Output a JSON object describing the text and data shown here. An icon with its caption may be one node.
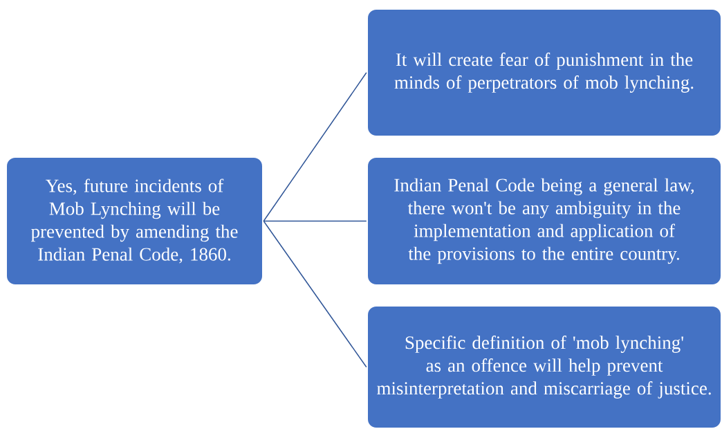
{
  "diagram": {
    "nodes": [
      {
        "text": [
          "Yes, future incidents of Mob Lynching will be prevented by amending the Indian Penal Code, 1860."
        ]
      },
      {
        "text": [
          "It will create fear of punishment in the minds of perpetrators of mob lynching."
        ]
      },
      {
        "text": [
          "Indian Penal Code being a general law, there won't be any ambiguity in the implementation and application of the provisions to the entire country."
        ]
      },
      {
        "text": [
          "Specific definition of 'mob lynching' as an offence will help prevent misinterpretation and miscarriage of justice."
        ]
      }
    ],
    "edges": [
      {
        "from": 0,
        "to": 1,
        "arrow": "none"
      },
      {
        "from": 0,
        "to": 2,
        "arrow": "none"
      },
      {
        "from": 0,
        "to": 3,
        "arrow": "none"
      }
    ]
  }
}
